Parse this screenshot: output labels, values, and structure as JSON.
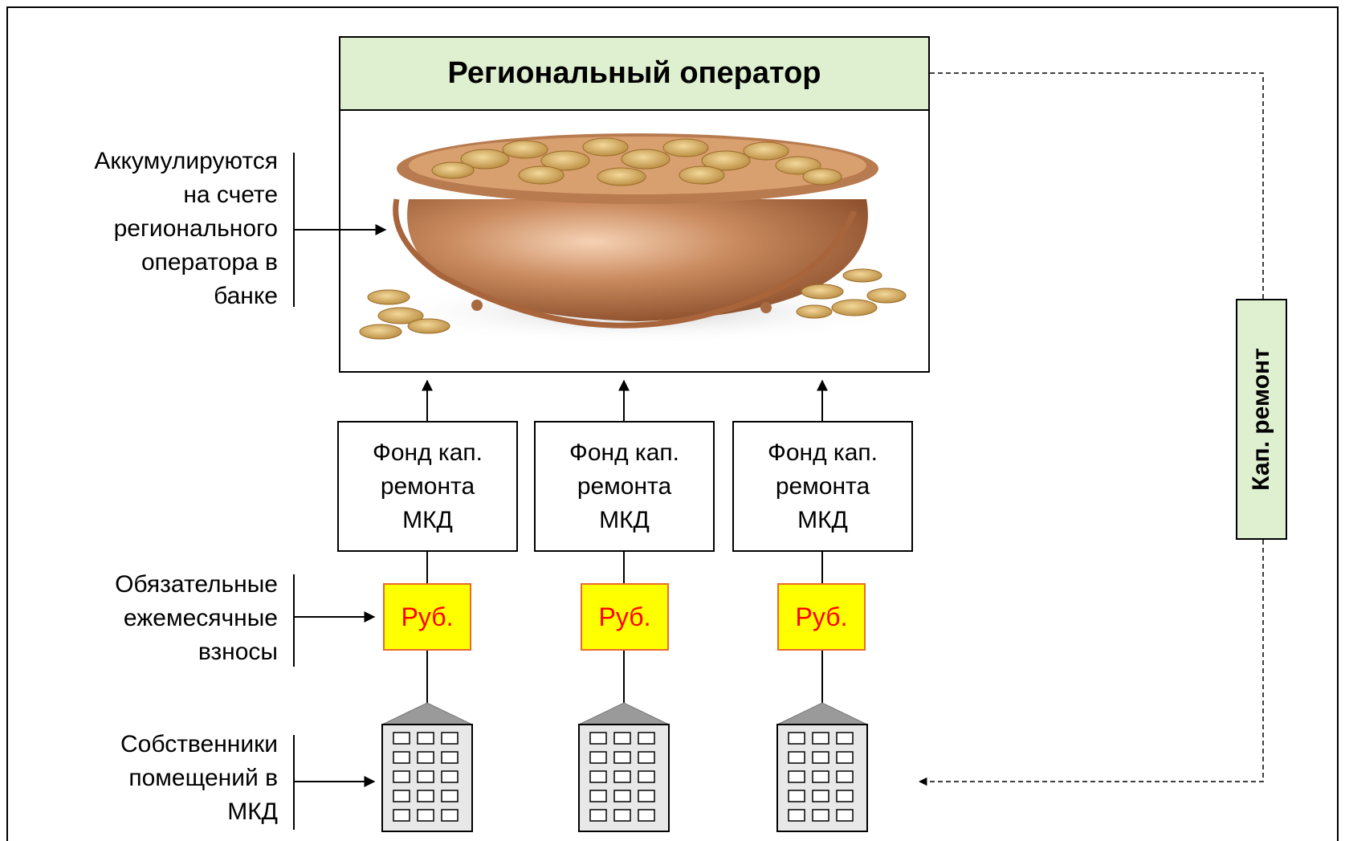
{
  "operator": {
    "title": "Региональный оператор"
  },
  "funds": [
    {
      "label": "Фонд кап.\nремонта\nМКД"
    },
    {
      "label": "Фонд кап.\nремонта\nМКД"
    },
    {
      "label": "Фонд кап.\nремонта\nМКД"
    }
  ],
  "contributions": [
    {
      "label": "Руб."
    },
    {
      "label": "Руб."
    },
    {
      "label": "Руб."
    }
  ],
  "side_labels": {
    "accumulate": "Аккумулируются\nна счете\nрегионального\nоператора в\nбанке",
    "contributions": "Обязательные\nежемесячные\nвзносы",
    "owners": "Собственники\nпомещений в\nМКД"
  },
  "cap_repair": {
    "label": "Кап. ремонт"
  },
  "colors": {
    "header_fill": "#dff0d0",
    "rub_fill": "#ffff00",
    "rub_border": "#e86a2b",
    "rub_text": "#ff0000",
    "building_fill": "#e8e8e8",
    "roof_fill": "#9a9a9a"
  },
  "icons": {
    "pot": "pot-of-coins-icon",
    "building": "apartment-building-icon"
  }
}
